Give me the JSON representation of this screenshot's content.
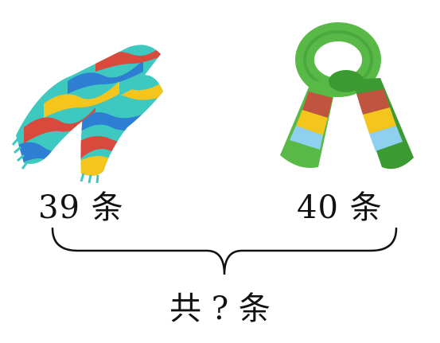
{
  "left_count": "39 条",
  "right_count": "40 条",
  "question": "共 ? 条",
  "colors": {
    "teal": "#3dc8c0",
    "blue": "#2e7fd3",
    "red": "#d94a3c",
    "yellow": "#f3c51d",
    "green": "#58b947",
    "dark_green": "#3c9a33",
    "light_blue": "#8fd0f1",
    "brown_red": "#c0543e",
    "text": "#111111"
  }
}
